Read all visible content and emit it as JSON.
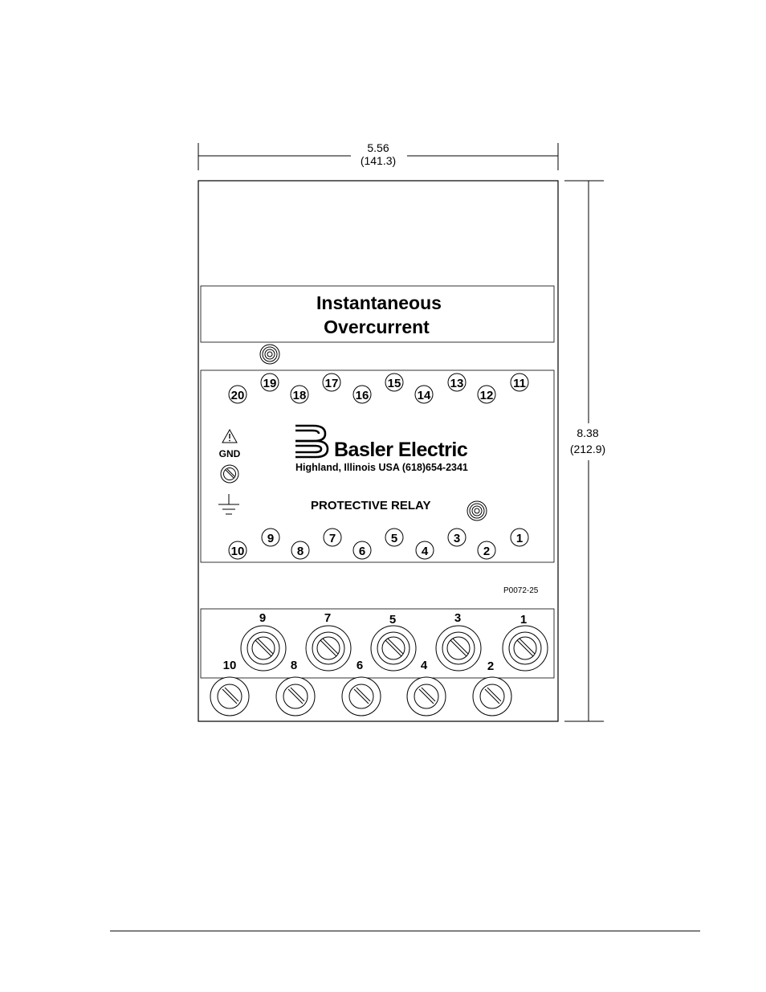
{
  "dimensions": {
    "width_in": "5.56",
    "width_mm": "(141.3)",
    "height_in": "8.38",
    "height_mm": "(212.9)"
  },
  "label_panel": {
    "line1": "Instantaneous",
    "line2": "Overcurrent"
  },
  "brand": {
    "name": "Basler Electric",
    "address": "Highland, Illinois USA (618)654-2341",
    "relay_label": "PROTECTIVE RELAY"
  },
  "ground": {
    "label": "GND",
    "warning_icon": "warning-triangle-icon",
    "ground_symbol_icon": "earth-ground-icon"
  },
  "terminals_top": [
    "20",
    "19",
    "18",
    "17",
    "16",
    "15",
    "14",
    "13",
    "12",
    "11"
  ],
  "terminals_bottom": [
    "10",
    "9",
    "8",
    "7",
    "6",
    "5",
    "4",
    "3",
    "2",
    "1"
  ],
  "part_number": "P0072-25",
  "screw_terminals_upper": [
    "9",
    "7",
    "5",
    "3",
    "1"
  ],
  "screw_terminals_lower": [
    "10",
    "8",
    "6",
    "4",
    "2"
  ]
}
